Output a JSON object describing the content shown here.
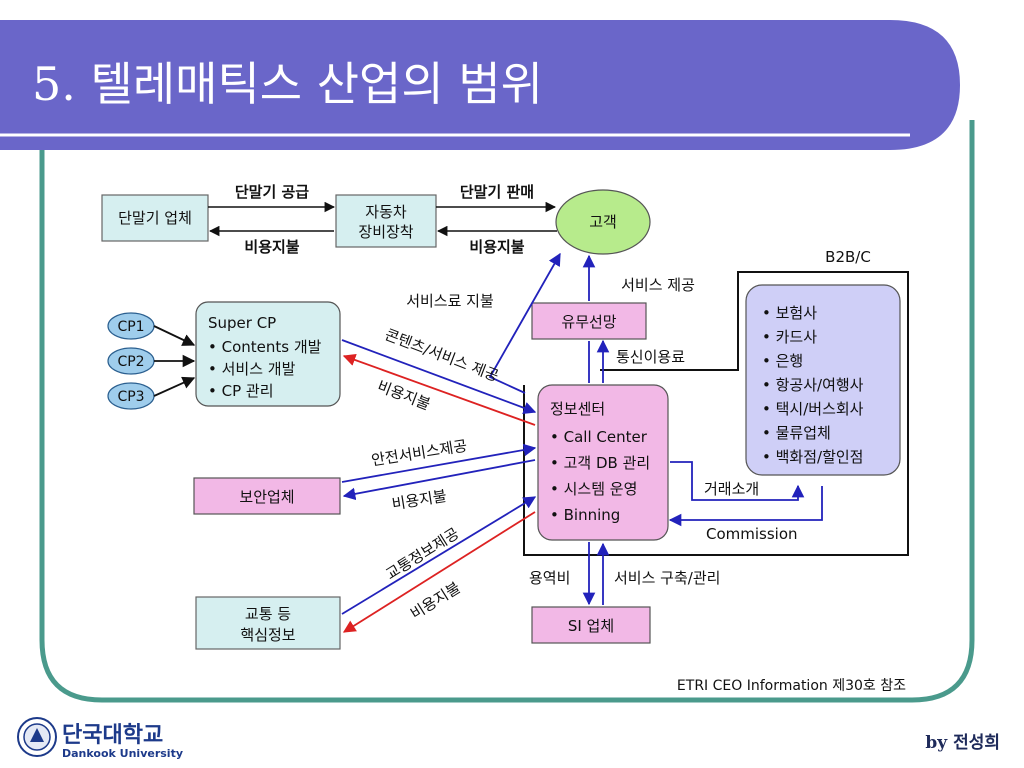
{
  "slide": {
    "title": "5. 텔레매틱스 산업의 범위",
    "source_note": "ETRI CEO Information 제30호 참조",
    "author": "by 전성희"
  },
  "logo": {
    "korean": "단국대학교",
    "english": "Dankook University"
  },
  "colors": {
    "title_bar": "#6a66c9",
    "frame": "#4a9a8c",
    "box_cyan": "#d6eff0",
    "box_pink": "#f2b8e6",
    "circle_green": "#b7eb8c",
    "cp_blue": "#9fcdec",
    "b2b_box": "#cfcff7",
    "arrow_blue": "#2222bb",
    "arrow_red": "#dd2222"
  },
  "diagram": {
    "nodes": {
      "terminal_maker": "단말기 업체",
      "car_equipment": [
        "자동차",
        "장비장착"
      ],
      "customer": "고객",
      "super_cp": [
        "Super CP",
        "• Contents 개발",
        "• 서비스 개발",
        "• CP 관리"
      ],
      "cp1": "CP1",
      "cp2": "CP2",
      "cp3": "CP3",
      "carrier": "유무선망",
      "info_center": [
        "정보센터",
        "• Call Center",
        "• 고객 DB 관리",
        "• 시스템 운영",
        "• Binning"
      ],
      "security": "보안업체",
      "traffic_info": [
        "교통 등",
        "핵심정보"
      ],
      "si_company": "SI 업체",
      "b2b_title": "B2B/C",
      "b2b_items": [
        "• 보험사",
        "• 카드사",
        "• 은행",
        "• 항공사/여행사",
        "• 택시/버스회사",
        "• 물류업체",
        "• 백화점/할인점"
      ]
    },
    "flows": {
      "terminal_supply": "단말기 공급",
      "payment_1": "비용지불",
      "terminal_sales": "단말기 판매",
      "payment_2": "비용지불",
      "service_fee_payment": "서비스료 지불",
      "service_provision": "서비스 제공",
      "telecom_fee": "통신이용료",
      "content_service_provision": "콘텐츠/서비스 제공",
      "payment_cp": "비용지불",
      "security_service": "안전서비스제공",
      "payment_security": "비용지불",
      "traffic_info_provision": "교통정보제공",
      "payment_traffic": "비용지불",
      "service_fee": "용역비",
      "service_build": "서비스 구축/관리",
      "deal_referral": "거래소개",
      "commission": "Commission"
    }
  }
}
